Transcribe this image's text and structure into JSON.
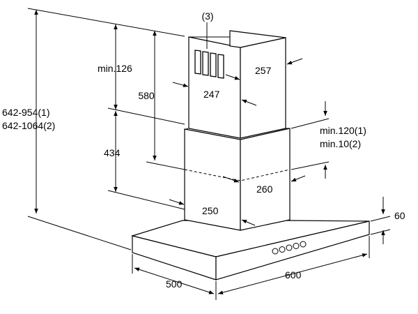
{
  "labels": {
    "callout_3": "(3)",
    "min_126": "min.126",
    "d_580": "580",
    "d_434": "434",
    "total_1": "642-954(1)",
    "total_2": "642-1064(2)",
    "d_257": "257",
    "d_247": "247",
    "d_260": "260",
    "d_250": "250",
    "min_120": "min.120(1)",
    "min_10": "min.10(2)",
    "d_60": "60",
    "d_500": "500",
    "d_600": "600"
  },
  "colors": {
    "line": "#000000",
    "background": "#ffffff"
  },
  "controls": {
    "count": 5
  }
}
